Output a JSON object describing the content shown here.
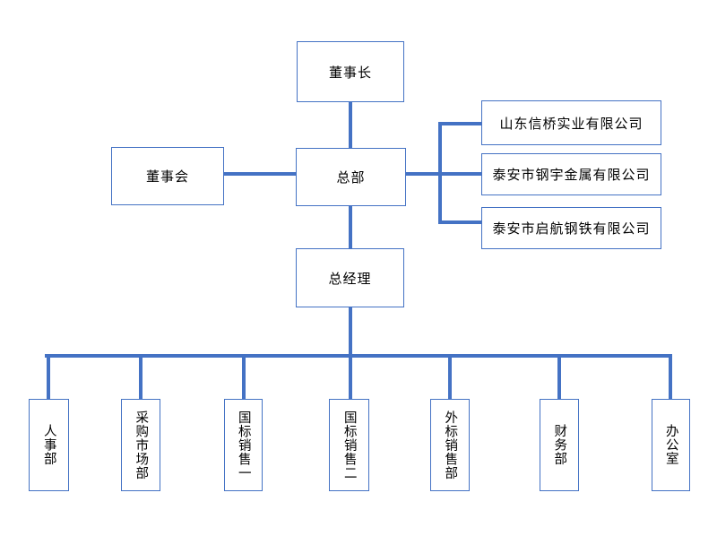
{
  "colors": {
    "connector": "#4472C4",
    "node_border": "#4472C4",
    "text": "#000000",
    "background": "#FFFFFF"
  },
  "org": {
    "chairman": {
      "label": "董事长"
    },
    "board": {
      "label": "董事会"
    },
    "headquarters": {
      "label": "总部"
    },
    "general_manager": {
      "label": "总经理"
    },
    "subsidiaries": [
      {
        "label": "山东信桥实业有限公司"
      },
      {
        "label": "泰安市钢宇金属有限公司"
      },
      {
        "label": "泰安市启航钢铁有限公司"
      }
    ],
    "departments": [
      {
        "label": "人事部"
      },
      {
        "label": "采购市场部"
      },
      {
        "label": "国标销售一"
      },
      {
        "label": "国标销售二"
      },
      {
        "label": "外标销售部"
      },
      {
        "label": "财务部"
      },
      {
        "label": "办公室"
      }
    ]
  }
}
